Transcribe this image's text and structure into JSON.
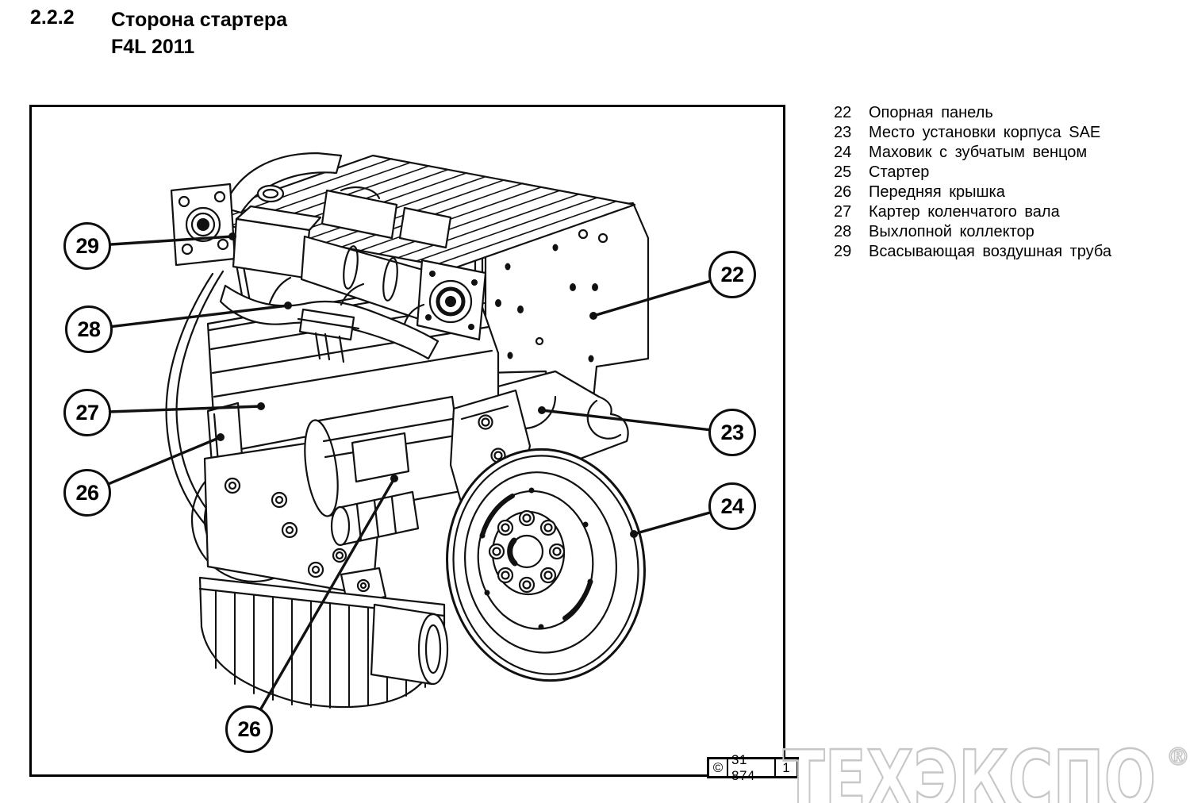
{
  "header": {
    "section": "2.2.2",
    "title": "Сторона стартера",
    "subtitle": "F4L 2011"
  },
  "legend": {
    "items": [
      {
        "num": "22",
        "label": "Опорная панель"
      },
      {
        "num": "23",
        "label": "Место установки корпуса SAE"
      },
      {
        "num": "24",
        "label": "Маховик с зубчатым венцом"
      },
      {
        "num": "25",
        "label": "Стартер"
      },
      {
        "num": "26",
        "label": "Передняя крышка"
      },
      {
        "num": "27",
        "label": "Картер коленчатого вала"
      },
      {
        "num": "28",
        "label": "Выхлопной коллектор"
      },
      {
        "num": "29",
        "label": "Всасывающая воздушная труба"
      }
    ]
  },
  "callouts": [
    {
      "label": "29"
    },
    {
      "label": "28"
    },
    {
      "label": "27"
    },
    {
      "label": "26"
    },
    {
      "label": "22"
    },
    {
      "label": "23"
    },
    {
      "label": "24"
    },
    {
      "label": "26"
    }
  ],
  "stamp": {
    "copyright": "©",
    "number": "31 874",
    "page": "1"
  },
  "watermark": {
    "text": "ТЕХЭКСПО",
    "reg": "®"
  },
  "colors": {
    "ink": "#000000",
    "line": "#111111",
    "watermark": "#c7c7c7"
  }
}
